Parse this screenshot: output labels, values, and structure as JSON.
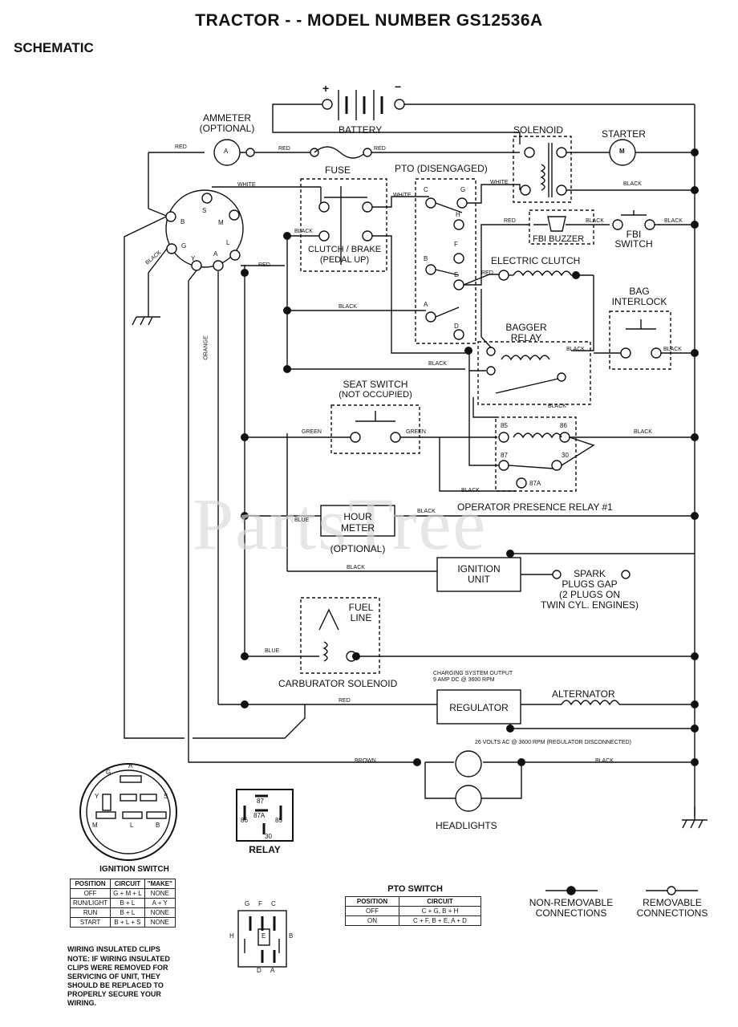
{
  "title": "TRACTOR - - MODEL NUMBER GS12536A",
  "subtitle": "SCHEMATIC",
  "watermark": "PartsTree",
  "components": {
    "battery": "BATTERY",
    "battery_plus": "+",
    "battery_minus": "−",
    "ammeter": "AMMETER",
    "ammeter_optional": "(OPTIONAL)",
    "ammeter_symbol": "A",
    "fuse": "FUSE",
    "pto": "PTO (DISENGAGED)",
    "solenoid": "SOLENOID",
    "starter": "STARTER",
    "starter_symbol": "M",
    "clutch_brake": "CLUTCH / BRAKE",
    "pedal_up": "(PEDAL UP)",
    "fbi_buzzer": "FBI BUZZER",
    "fbi_switch_1": "FBI",
    "fbi_switch_2": "SWITCH",
    "electric_clutch": "ELECTRIC CLUTCH",
    "bag_interlock_1": "BAG",
    "bag_interlock_2": "INTERLOCK",
    "bagger_relay_1": "BAGGER",
    "bagger_relay_2": "RELAY",
    "seat_switch": "SEAT SWITCH",
    "not_occupied": "(NOT OCCUPIED)",
    "operator_relay": "OPERATOR PRESENCE RELAY #1",
    "hour_meter_1": "HOUR",
    "hour_meter_2": "METER",
    "hour_optional": "(OPTIONAL)",
    "ignition_unit_1": "IGNITION",
    "ignition_unit_2": "UNIT",
    "spark_1": "SPARK",
    "spark_2": "PLUGS GAP",
    "spark_3": "(2 PLUGS ON",
    "spark_4": "TWIN CYL. ENGINES)",
    "fuel_line_1": "FUEL",
    "fuel_line_2": "LINE",
    "carb_solenoid": "CARBURATOR SOLENOID",
    "charging_1": "CHARGING SYSTEM OUTPUT",
    "charging_2": "9 AMP DC @ 3600 RPM",
    "regulator": "REGULATOR",
    "alternator": "ALTERNATOR",
    "volts": "26 VOLTS AC @ 3600 RPM (REGULATOR DISCONNECTED)",
    "headlights": "HEADLIGHTS",
    "relay": "RELAY",
    "ignition_switch": "IGNITION SWITCH",
    "pto_switch": "PTO SWITCH",
    "non_removable_1": "NON-REMOVABLE",
    "non_removable_2": "CONNECTIONS",
    "removable_1": "REMOVABLE",
    "removable_2": "CONNECTIONS"
  },
  "wire_colors": {
    "red": "RED",
    "white": "WHITE",
    "white_hyph": "WH/TE",
    "black": "BLACK",
    "orange": "ORANGE",
    "green": "GREEN",
    "blue": "BLUE",
    "brown": "BROWN"
  },
  "terminals": {
    "ign_b": "B",
    "ign_s": "S",
    "ign_m": "M",
    "ign_g": "G",
    "ign_l": "L",
    "ign_y": "Y",
    "ign_a": "A",
    "pto_c": "C",
    "pto_g": "G",
    "pto_h": "H",
    "pto_f": "F",
    "pto_b": "B",
    "pto_e": "E",
    "pto_a": "A",
    "pto_d": "D",
    "r85": "85",
    "r86": "86",
    "r87": "87",
    "r30": "30",
    "r87a": "87A"
  },
  "ignition_switch_table": {
    "headers": [
      "POSITION",
      "CIRCUIT",
      "\"MAKE\""
    ],
    "rows": [
      [
        "OFF",
        "G + M + L",
        "NONE"
      ],
      [
        "RUN/LIGHT",
        "B + L",
        "A + Y"
      ],
      [
        "RUN",
        "B + L",
        "NONE"
      ],
      [
        "START",
        "B + L + S",
        "NONE"
      ]
    ]
  },
  "pto_switch_table": {
    "headers": [
      "POSITION",
      "CIRCUIT"
    ],
    "rows": [
      [
        "OFF",
        "C + G, B + H"
      ],
      [
        "ON",
        "C + F, B + E, A + D"
      ]
    ]
  },
  "clips_note": {
    "heading": "WIRING INSULATED CLIPS",
    "lines": [
      "NOTE: IF WIRING INSULATED",
      "CLIPS WERE REMOVED FOR",
      "SERVICING OF UNIT, THEY",
      "SHOULD BE REPLACED TO",
      "PROPERLY SECURE YOUR",
      "WIRING."
    ]
  }
}
